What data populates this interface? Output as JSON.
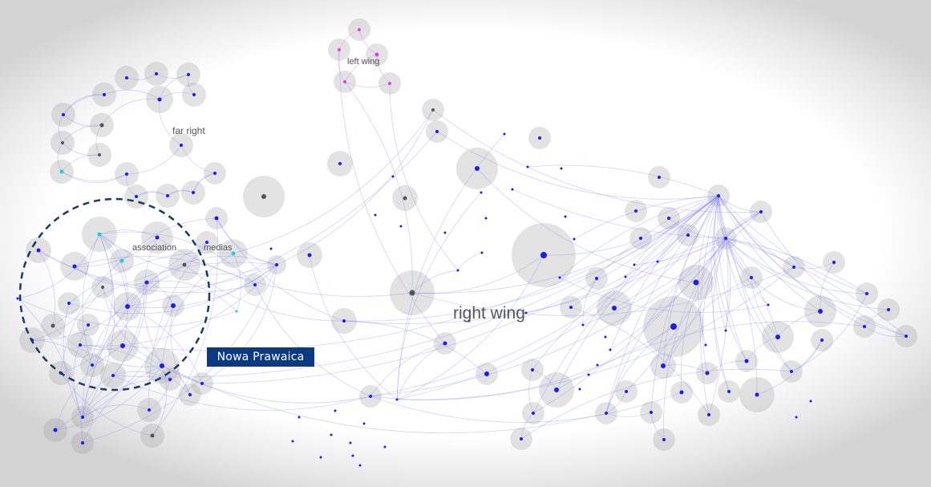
{
  "labels": {
    "left_wing": "left wing",
    "far_right": "far right",
    "association": "association",
    "medias": "medias",
    "right_wing": "right wing"
  },
  "highlight": {
    "label": "Nowa Prawaica",
    "box_color": "#0b3a82",
    "ring_color": "#173a66"
  },
  "colors": {
    "node_default": "#1a1aff",
    "node_dark": "#555555",
    "node_cyan": "#19d0e0",
    "node_pink": "#e040e8",
    "edge_blue": "#8c8cf0",
    "edge_pink": "#e6a0ee",
    "halo": "#9a9a9a"
  }
}
